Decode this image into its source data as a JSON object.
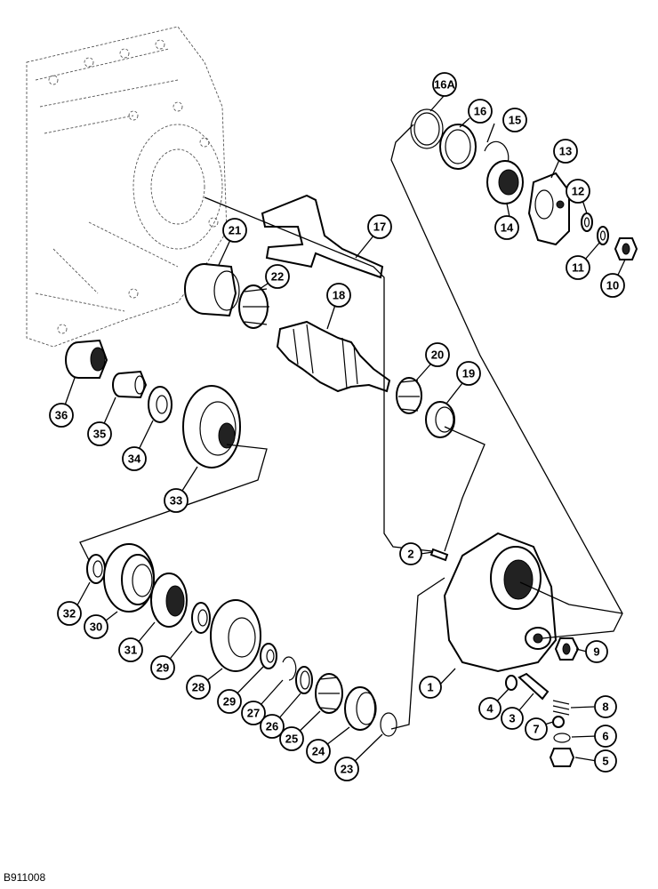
{
  "figure_code": "B911008",
  "callouts": [
    {
      "label": "16A"
    },
    {
      "label": "16"
    },
    {
      "label": "15"
    },
    {
      "label": "13"
    },
    {
      "label": "12"
    },
    {
      "label": "14"
    },
    {
      "label": "11"
    },
    {
      "label": "10"
    },
    {
      "label": "17"
    },
    {
      "label": "21"
    },
    {
      "label": "22"
    },
    {
      "label": "18"
    },
    {
      "label": "20"
    },
    {
      "label": "19"
    },
    {
      "label": "36"
    },
    {
      "label": "35"
    },
    {
      "label": "34"
    },
    {
      "label": "33"
    },
    {
      "label": "2"
    },
    {
      "label": "32"
    },
    {
      "label": "30"
    },
    {
      "label": "31"
    },
    {
      "label": "29"
    },
    {
      "label": "28"
    },
    {
      "label": "29"
    },
    {
      "label": "27"
    },
    {
      "label": "26"
    },
    {
      "label": "25"
    },
    {
      "label": "24"
    },
    {
      "label": "23"
    },
    {
      "label": "1"
    },
    {
      "label": "4"
    },
    {
      "label": "3"
    },
    {
      "label": "7"
    },
    {
      "label": "8"
    },
    {
      "label": "6"
    },
    {
      "label": "5"
    },
    {
      "label": "9"
    }
  ]
}
